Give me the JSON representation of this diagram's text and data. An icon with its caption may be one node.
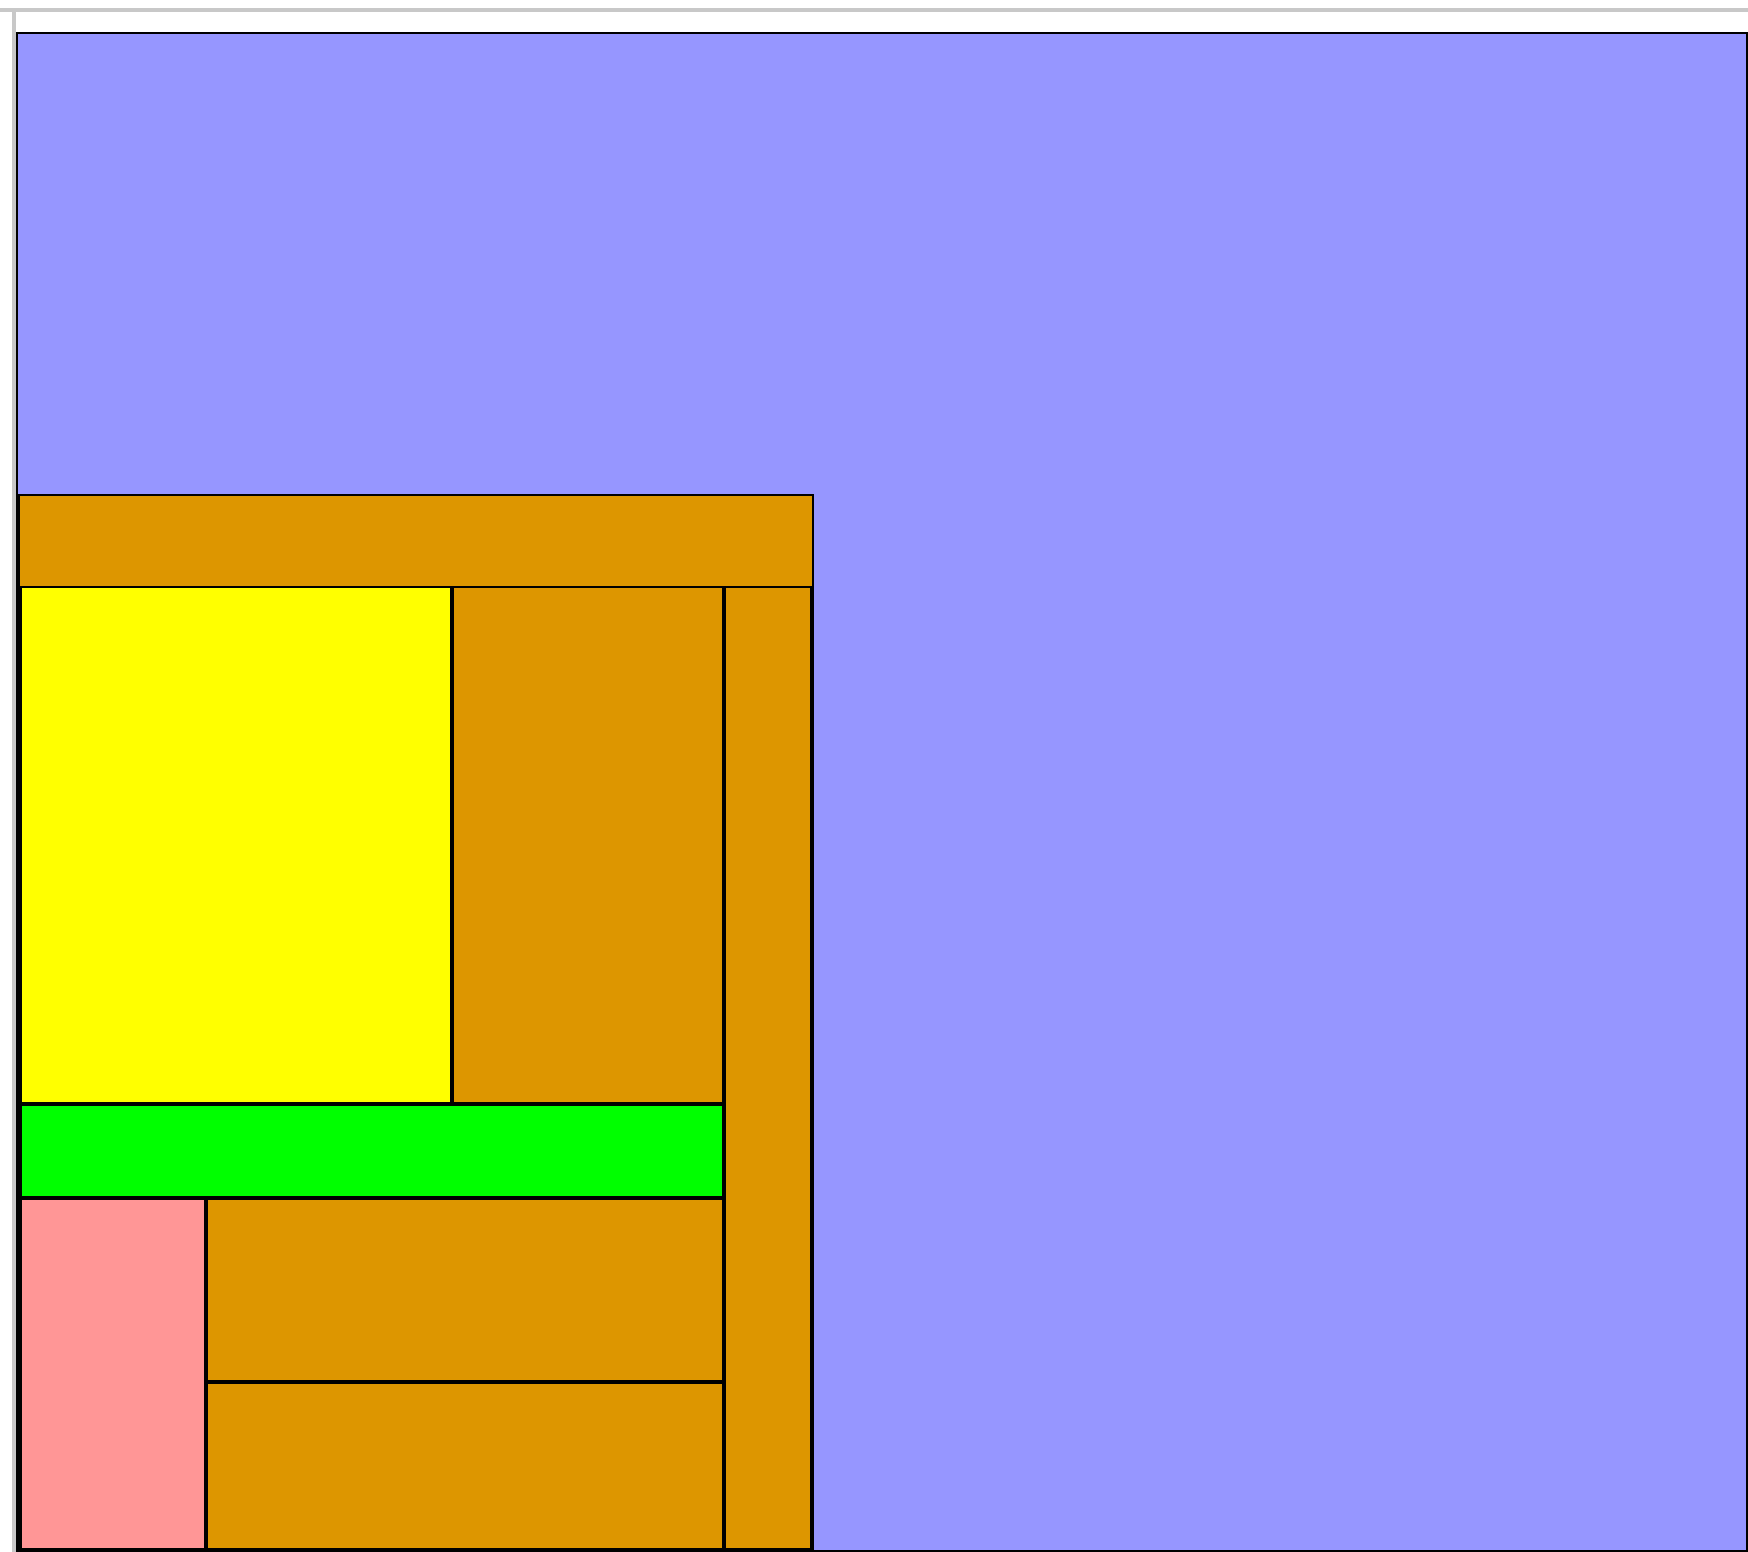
{
  "diagram": {
    "nodes": [
      {
        "text": [],
        "shape": "box"
      },
      {
        "text": [],
        "shape": "box",
        "in": 0
      },
      {
        "text": [],
        "shape": "box",
        "in": 1
      },
      {
        "text": [],
        "shape": "box",
        "in": 1
      },
      {
        "text": [],
        "shape": "box",
        "in": 1
      },
      {
        "text": [],
        "shape": "box",
        "in": 1
      },
      {
        "text": [],
        "shape": "box",
        "in": 1
      },
      {
        "text": [],
        "shape": "box",
        "in": 1
      },
      {
        "text": [],
        "shape": "box",
        "in": 1
      }
    ]
  }
}
